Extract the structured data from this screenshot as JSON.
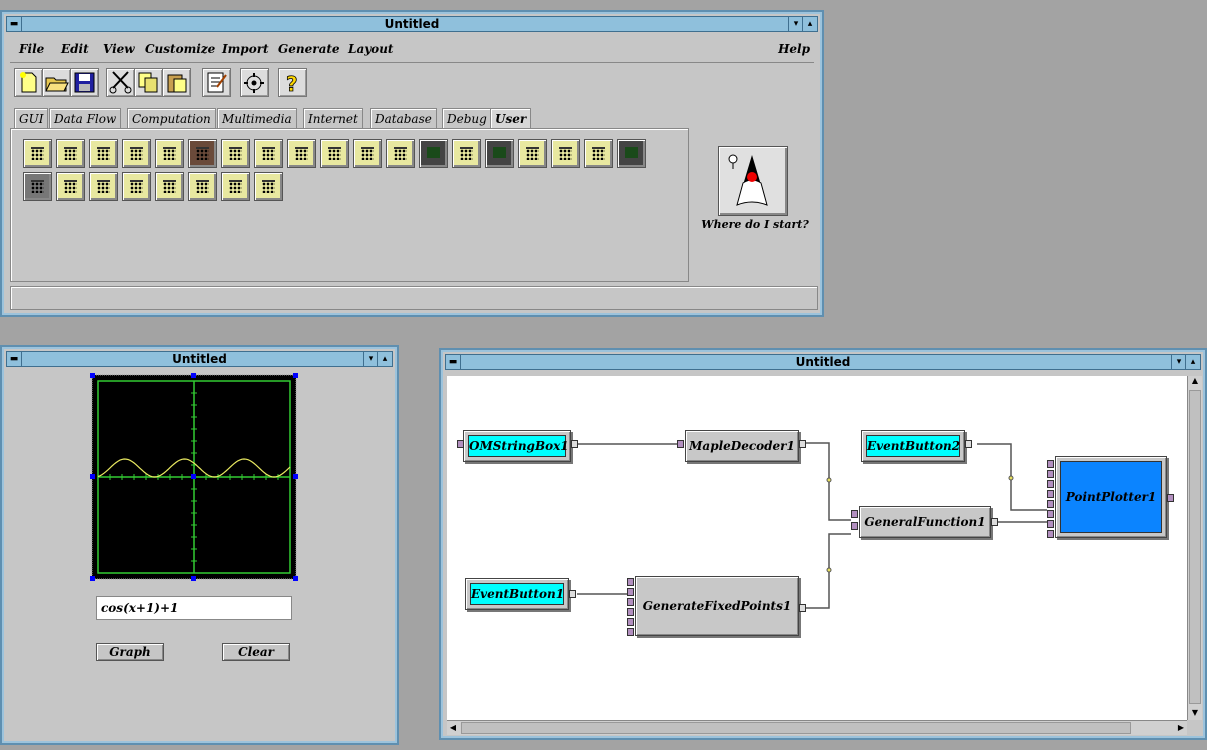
{
  "main_window": {
    "title": "Untitled",
    "menu": [
      "File",
      "Edit",
      "View",
      "Customize",
      "Import",
      "Generate",
      "Layout"
    ],
    "help": "Help",
    "toolbar_icons": [
      "new-file-icon",
      "open-folder-icon",
      "save-icon",
      "cut-icon",
      "copy-icon",
      "paste-icon",
      "edit-icon",
      "settings-icon",
      "help-icon"
    ],
    "tabs": [
      "GUI",
      "Data Flow",
      "Computation",
      "Multimedia",
      "Internet",
      "Database",
      "Debug",
      "User"
    ],
    "active_tab": "User",
    "where_label": "Where do I start?"
  },
  "graph_window": {
    "title": "Untitled",
    "expression": "cos(x+1)+1",
    "graph_button": "Graph",
    "clear_button": "Clear"
  },
  "flow_window": {
    "title": "Untitled",
    "nodes": {
      "omstringbox": "OMStringBox1",
      "maple": "MapleDecoder1",
      "eventbutton2": "EventButton2",
      "general": "GeneralFunction1",
      "plotter": "PointPlotter1",
      "eventbutton1": "EventButton1",
      "generate": "GenerateFixedPoints1"
    }
  },
  "colors": {
    "titlebar": "#8fc0dc",
    "cyan_node": "#00ffff",
    "plotter_blue": "#0b84ff",
    "plot_green": "#33cc33",
    "plot_yellow": "#e8e860"
  }
}
